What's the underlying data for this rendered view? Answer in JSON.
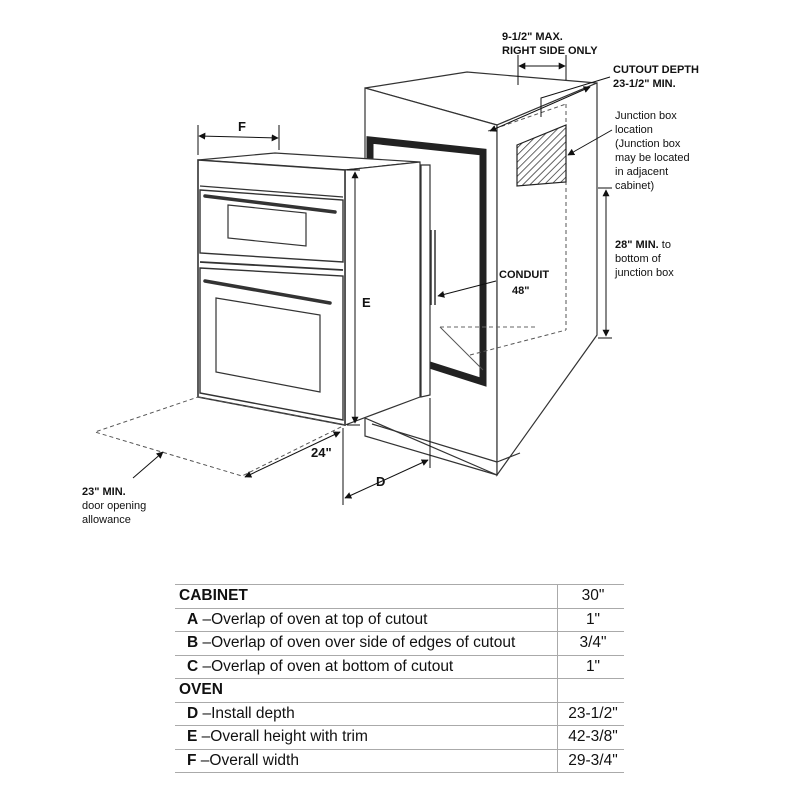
{
  "diagram": {
    "callouts": {
      "side_max_1": "9-1/2\" MAX.",
      "side_max_2": "RIGHT SIDE ONLY",
      "cutout_depth_1": "CUTOUT DEPTH",
      "cutout_depth_2": "23-1/2\" MIN.",
      "jbox_1": "Junction box",
      "jbox_2": "location",
      "jbox_3": "(Junction box",
      "jbox_4": "may be located",
      "jbox_5": "in adjacent",
      "jbox_6": "cabinet)",
      "height_bold": "28\" MIN.",
      "height_1": " to",
      "height_2": "bottom of",
      "height_3": "junction box",
      "conduit_1": "CONDUIT",
      "conduit_2": "48\"",
      "door_1": "23\" MIN.",
      "door_2": "door opening",
      "door_3": "allowance",
      "dim_f": "F",
      "dim_e": "E",
      "dim_d": "D",
      "dim_24": "24\""
    }
  },
  "table": {
    "cabinet": {
      "label": "CABINET",
      "value": "30\""
    },
    "cabinet_rows": [
      {
        "key": "A",
        "text": " –Overlap of oven at top of cutout",
        "value": "1\""
      },
      {
        "key": "B",
        "text": " –Overlap of oven over side of edges of cutout",
        "value": "3/4\""
      },
      {
        "key": "C",
        "text": " –Overlap of oven at bottom of cutout",
        "value": "1\""
      }
    ],
    "oven": {
      "label": "OVEN"
    },
    "oven_rows": [
      {
        "key": "D",
        "text": " –Install depth",
        "value": "23-1/2\""
      },
      {
        "key": "E",
        "text": " –Overall height with trim",
        "value": "42-3/8\""
      },
      {
        "key": "F",
        "text": "  –Overall width",
        "value": "29-3/4\""
      }
    ]
  }
}
